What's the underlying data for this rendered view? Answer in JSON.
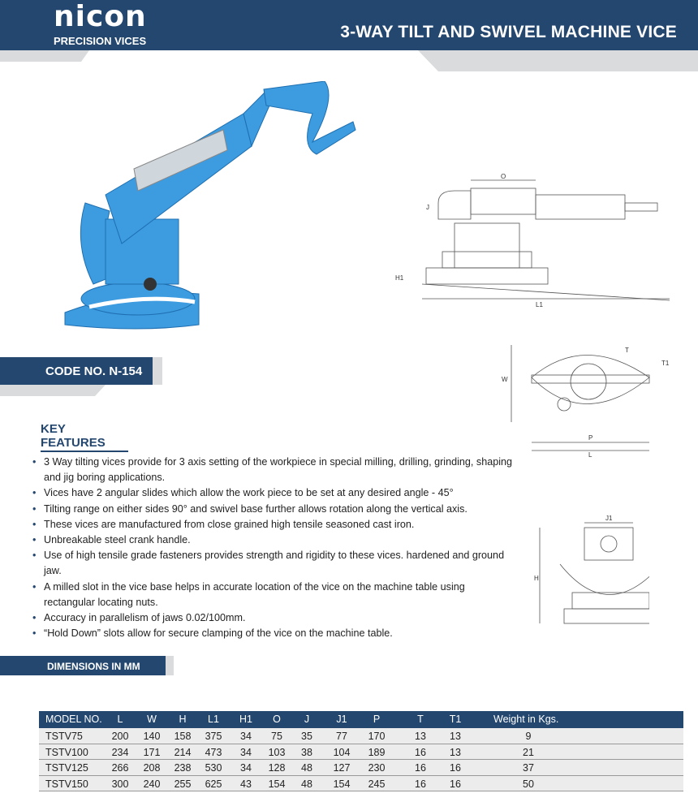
{
  "header": {
    "logo": "nicon",
    "logo_sub": "PRECISION VICES",
    "title": "3-WAY TILT AND SWIVEL MACHINE  VICE"
  },
  "code": "CODE NO. N-154",
  "key_features": {
    "title": "KEY FEATURES",
    "items": [
      "3 Way tilting vices provide for 3 axis setting of the workpiece in special milling, drilling, grinding, shaping and jig boring applications.",
      "Vices have 2 angular slides which allow the work piece to be set at any desired angle - 45°",
      "Tilting range on either sides 90° and swivel base further allows rotation along the vertical axis.",
      "These vices are manufactured from close grained high tensile seasoned cast iron.",
      "Unbreakable steel crank handle.",
      "Use of high tensile grade fasteners provides strength and rigidity to these vices. hardened and ground jaw.",
      "A milled slot in the vice base helps in accurate location of the vice on the machine table using rectangular locating nuts.",
      "Accuracy in parallelism of jaws 0.02/100mm.",
      "“Hold Down” slots allow for secure clamping of the vice on the machine table."
    ]
  },
  "drawing_labels": {
    "O": "O",
    "J": "J",
    "H1": "H1",
    "L1": "L1",
    "T": "T",
    "T1": "T1",
    "W": "W",
    "P": "P",
    "L": "L",
    "J1": "J1",
    "H": "H"
  },
  "dimensions": {
    "title": "DIMENSIONS IN MM",
    "headers": [
      "MODEL NO.",
      "L",
      "W",
      "H",
      "L1",
      "H1",
      "O",
      "J",
      "J1",
      "P",
      "T",
      "T1",
      "Weight in Kgs."
    ],
    "rows": [
      [
        "TSTV75",
        "200",
        "140",
        "158",
        "375",
        "34",
        "75",
        "35",
        "77",
        "170",
        "13",
        "13",
        "9"
      ],
      [
        "TSTV100",
        "234",
        "171",
        "214",
        "473",
        "34",
        "103",
        "38",
        "104",
        "189",
        "16",
        "13",
        "21"
      ],
      [
        "TSTV125",
        "266",
        "208",
        "238",
        "530",
        "34",
        "128",
        "48",
        "127",
        "230",
        "16",
        "16",
        "37"
      ],
      [
        "TSTV150",
        "300",
        "240",
        "255",
        "625",
        "43",
        "154",
        "48",
        "154",
        "245",
        "16",
        "16",
        "50"
      ]
    ]
  },
  "colors": {
    "brand": "#24476f",
    "vice_blue": "#3d9be0",
    "band_grey": "#d9dbdc"
  }
}
